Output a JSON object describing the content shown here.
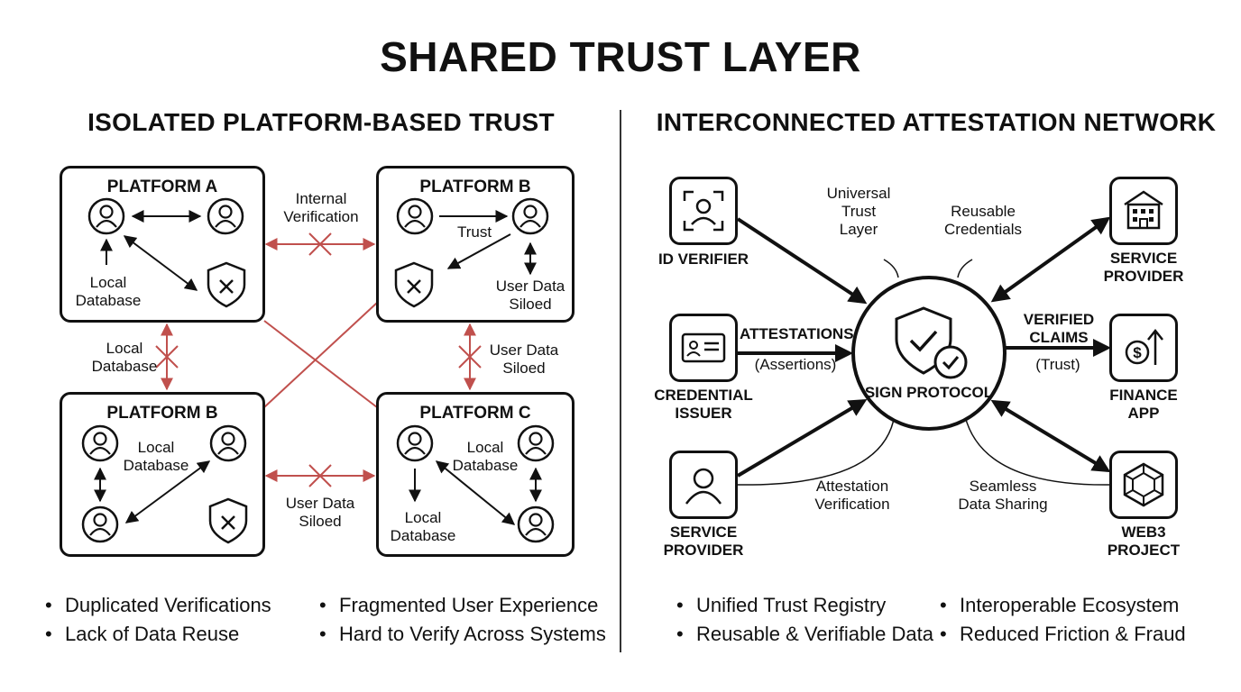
{
  "title": "SHARED TRUST LAYER",
  "left": {
    "heading": "ISOLATED PLATFORM-BASED TRUST",
    "platforms": [
      {
        "name": "PLATFORM A"
      },
      {
        "name": "PLATFORM B"
      },
      {
        "name": "PLATFORM B"
      },
      {
        "name": "PLATFORM C"
      }
    ],
    "labels": {
      "internal_verification": "Internal\nVerification",
      "trust": "Trust",
      "local_db_a": "Local\nDatabase",
      "user_data_siloed_b": "User Data\nSiloed",
      "local_db_between": "Local\nDatabase",
      "user_data_siloed_right": "User Data\nSiloed",
      "local_db_b2": "Local\nDatabase",
      "local_db_c_top": "Local\nDatabase",
      "local_db_c_bottom": "Local\nDatabase",
      "user_data_siloed_bottom": "User Data\nSiloed"
    },
    "bullets_col1": [
      "Duplicated Verifications",
      "Lack of Data Reuse"
    ],
    "bullets_col2": [
      "Fragmented User Experience",
      "Hard to Verify Across Systems"
    ],
    "conflict_color": "#c0504d"
  },
  "right": {
    "heading": "INTERCONNECTED ATTESTATION NETWORK",
    "hub_label": "SIGN PROTOCOL",
    "nodes": {
      "id_verifier": "ID VERIFIER",
      "credential_issuer": "CREDENTIAL\nISSUER",
      "service_provider_left": "SERVICE\nPROVIDER",
      "service_provider_right": "SERVICE\nPROVIDER",
      "finance_app": "FINANCE\nAPP",
      "web3_project": "WEB3\nPROJECT"
    },
    "labels": {
      "universal_trust_layer": "Universal\nTrust\nLayer",
      "reusable_credentials": "Reusable\nCredentials",
      "attestations": "ATTESTATIONS",
      "assertions": "(Assertions)",
      "verified_claims": "VERIFIED\nCLAIMS",
      "trust": "(Trust)",
      "attestation_verification": "Attestation\nVerification",
      "seamless_data_sharing": "Seamless\nData Sharing"
    },
    "bullets_col1": [
      "Unified Trust Registry",
      "Reusable & Verifiable Data"
    ],
    "bullets_col2": [
      "Interoperable Ecosystem",
      "Reduced Friction & Fraud"
    ]
  }
}
